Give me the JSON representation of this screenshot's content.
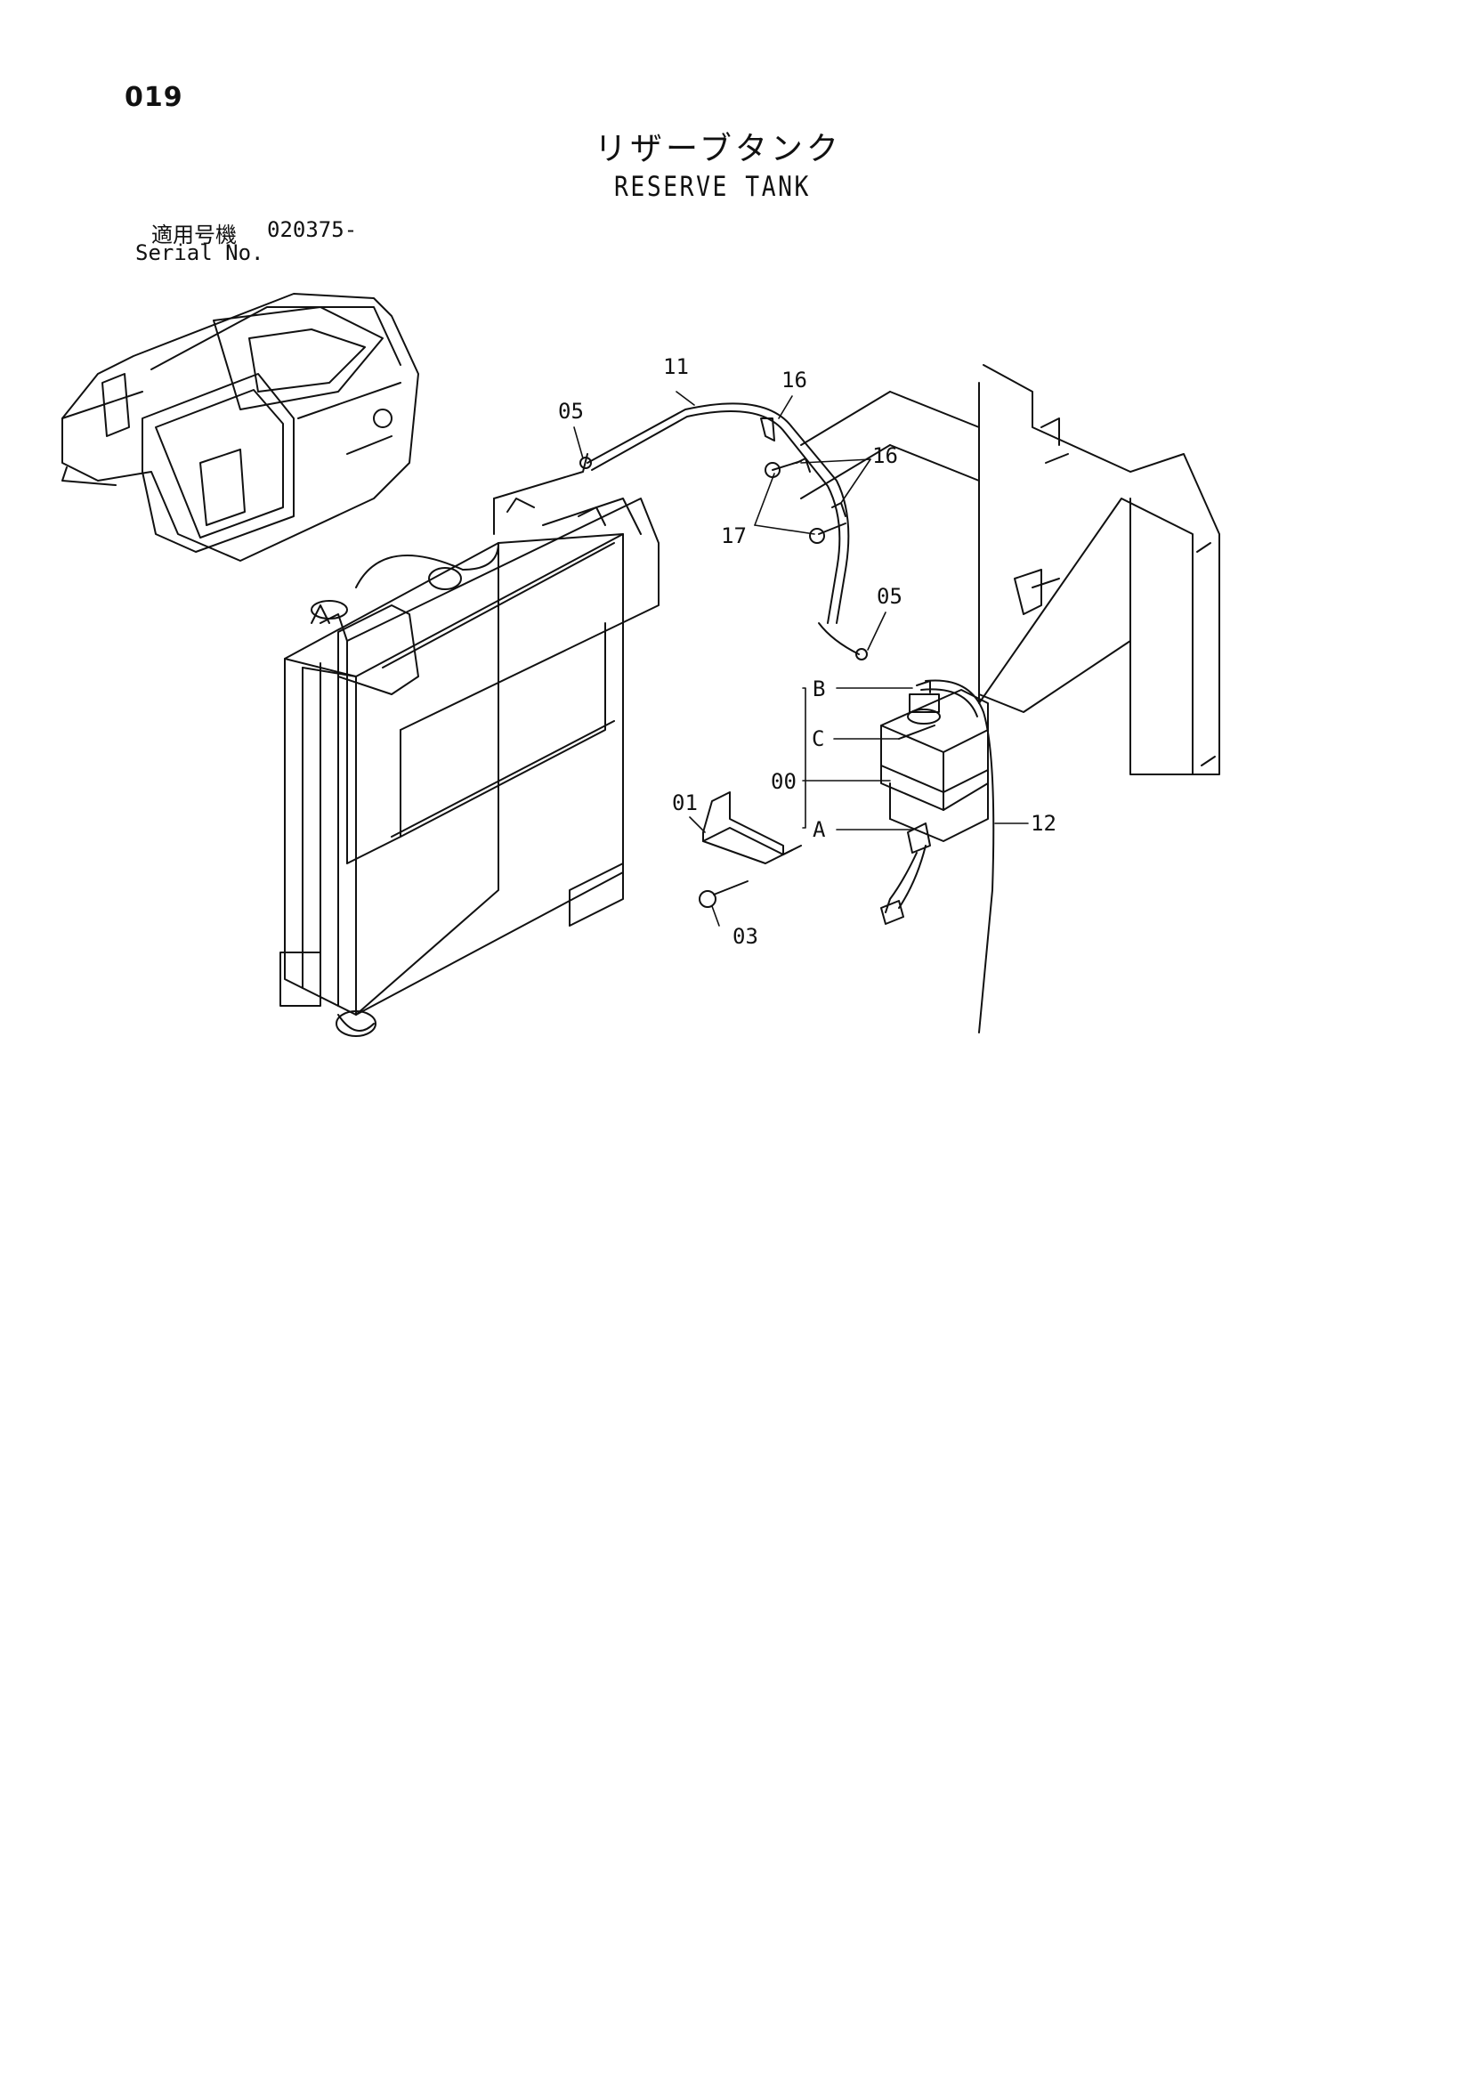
{
  "page_number": "019",
  "title_jp": "リザーブタンク",
  "title_en": "RESERVE TANK",
  "serial": {
    "label_jp": "適用号機",
    "value": "020375-",
    "label_en": "Serial No."
  },
  "callouts": {
    "c05a": "05",
    "c11": "11",
    "c16a": "16",
    "c16b": "16",
    "c17": "17",
    "c05b": "05",
    "cB": "B",
    "cC": "C",
    "c00": "00",
    "cA": "A",
    "c01": "01",
    "c12": "12",
    "c03": "03"
  }
}
